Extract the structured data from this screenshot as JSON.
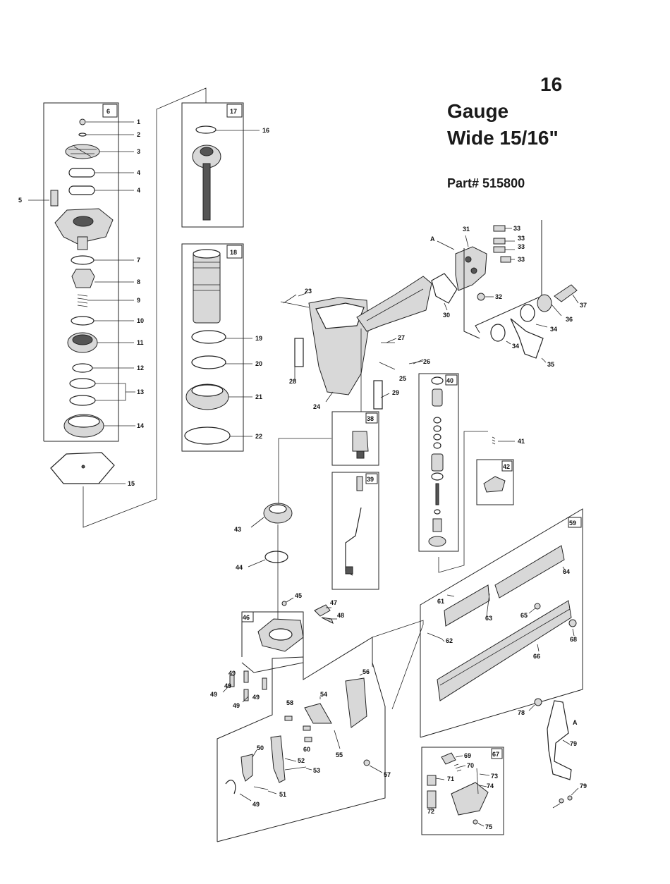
{
  "title": {
    "number": "16",
    "gauge": "Gauge",
    "wide": "Wide 15/16\"",
    "part": "Part# 515800"
  },
  "group_boxes": [
    "6",
    "17",
    "18",
    "38",
    "39",
    "40",
    "42",
    "46",
    "59",
    "67"
  ],
  "callouts": [
    "1",
    "2",
    "3",
    "4",
    "4",
    "5",
    "7",
    "8",
    "9",
    "10",
    "11",
    "12",
    "13",
    "14",
    "15",
    "16",
    "19",
    "20",
    "21",
    "22",
    "23",
    "24",
    "25",
    "26",
    "27",
    "28",
    "29",
    "30",
    "31",
    "32",
    "33",
    "33",
    "33",
    "33",
    "34",
    "34",
    "35",
    "36",
    "37",
    "41",
    "43",
    "44",
    "45",
    "47",
    "48",
    "49",
    "49",
    "49",
    "49",
    "49",
    "49",
    "50",
    "51",
    "52",
    "53",
    "54",
    "55",
    "56",
    "57",
    "58",
    "60",
    "61",
    "62",
    "63",
    "64",
    "65",
    "66",
    "68",
    "69",
    "70",
    "71",
    "72",
    "73",
    "74",
    "75",
    "78",
    "79",
    "79"
  ],
  "reference_marks": [
    "A",
    "A"
  ]
}
